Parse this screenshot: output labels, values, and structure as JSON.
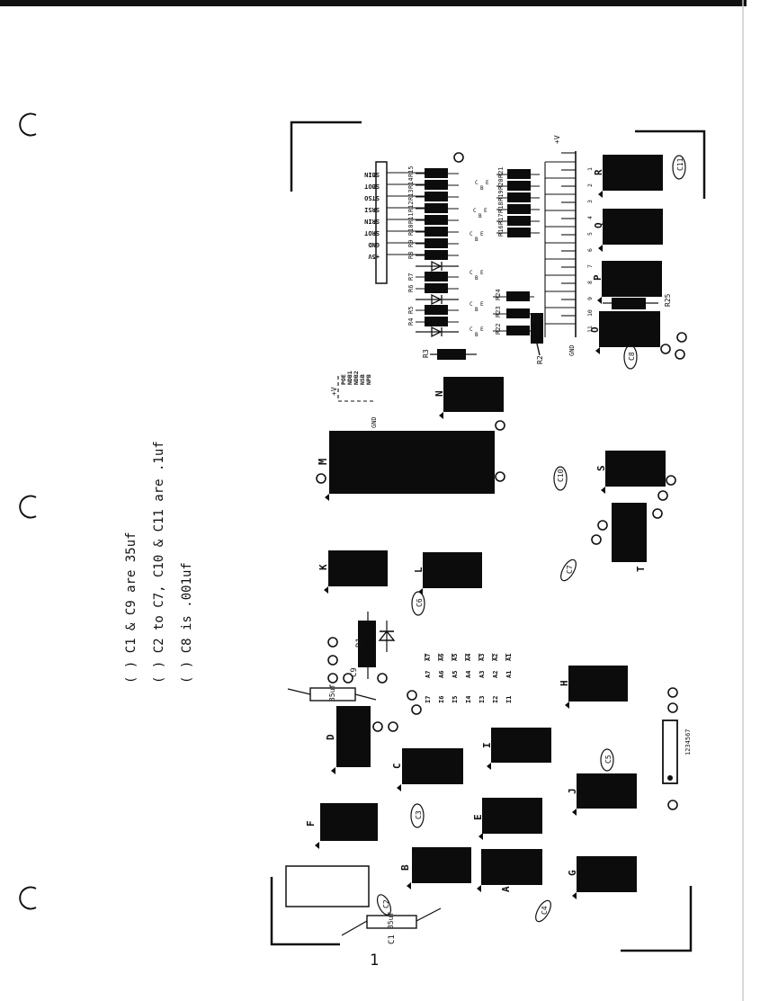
{
  "notes": [
    "( ) C1 & C9 are 35uf",
    "( ) C2 to C7, C10 & C11 are .1uf",
    "( ) C8 is .001uf"
  ],
  "page_number": "1",
  "chips": [
    {
      "id": "a",
      "label": "A"
    },
    {
      "id": "b",
      "label": "B"
    },
    {
      "id": "c",
      "label": "C"
    },
    {
      "id": "d",
      "label": "D"
    },
    {
      "id": "e",
      "label": "E"
    },
    {
      "id": "f",
      "label": "F"
    },
    {
      "id": "g",
      "label": "G"
    },
    {
      "id": "h",
      "label": "H"
    },
    {
      "id": "i",
      "label": "I"
    },
    {
      "id": "j",
      "label": "J"
    },
    {
      "id": "k",
      "label": "K"
    },
    {
      "id": "l",
      "label": "L"
    },
    {
      "id": "m",
      "label": "M"
    },
    {
      "id": "n",
      "label": "N"
    },
    {
      "id": "o",
      "label": "O"
    },
    {
      "id": "p",
      "label": "P"
    },
    {
      "id": "q",
      "label": "Q"
    },
    {
      "id": "r",
      "label": "R"
    },
    {
      "id": "s",
      "label": "S"
    },
    {
      "id": "t",
      "label": "T"
    }
  ],
  "capacitors": [
    {
      "id": "c1",
      "label": "C1"
    },
    {
      "id": "c2",
      "label": "C2"
    },
    {
      "id": "c3",
      "label": "C3"
    },
    {
      "id": "c4",
      "label": "C4"
    },
    {
      "id": "c5",
      "label": "C5"
    },
    {
      "id": "c6",
      "label": "C6"
    },
    {
      "id": "c7",
      "label": "C7"
    },
    {
      "id": "c8",
      "label": "C8"
    },
    {
      "id": "c9",
      "label": "C9"
    },
    {
      "id": "c10",
      "label": "C10"
    },
    {
      "id": "c11",
      "label": "C11"
    }
  ],
  "cap_value": "35uf",
  "resistors": {
    "r1": "R1",
    "r2": "R2",
    "r3": "R3",
    "r25": "R25",
    "left_column": [
      "R4",
      "R5",
      "R6",
      "R7",
      "R8",
      "R9",
      "R10",
      "R11",
      "R12",
      "R13",
      "R14",
      "R15"
    ],
    "right_column": [
      "R16",
      "R17",
      "R18",
      "R19",
      "R20",
      "R21"
    ],
    "mid_column": [
      "R22",
      "R23",
      "R24"
    ]
  },
  "connector_signals": [
    "+5V",
    "GND",
    "SROT",
    "SRIN",
    "SRSI",
    "STSO",
    "SBOT",
    "SBIN"
  ],
  "supply_labels": {
    "plus_v": "+V",
    "gnd": "GND"
  },
  "output_labels": [
    "POE",
    "NDB1",
    "NDB2",
    "NSB",
    "NPB"
  ],
  "edge_pin_numbers": [
    "1",
    "2",
    "3",
    "4",
    "5",
    "6",
    "7",
    "8",
    "9",
    "10",
    "11"
  ],
  "address_inputs": [
    "I7",
    "I6",
    "I5",
    "I4",
    "I3",
    "I2",
    "I1"
  ],
  "address_outputs": [
    "A7",
    "A6",
    "A5",
    "A4",
    "A3",
    "A2",
    "A1"
  ],
  "address_outputs_bar": [
    "A7",
    "A6",
    "A5",
    "A4",
    "A3",
    "A2",
    "A1"
  ],
  "switch_numbers": "1234567",
  "transistor_pins": [
    "C",
    "B",
    "E"
  ]
}
